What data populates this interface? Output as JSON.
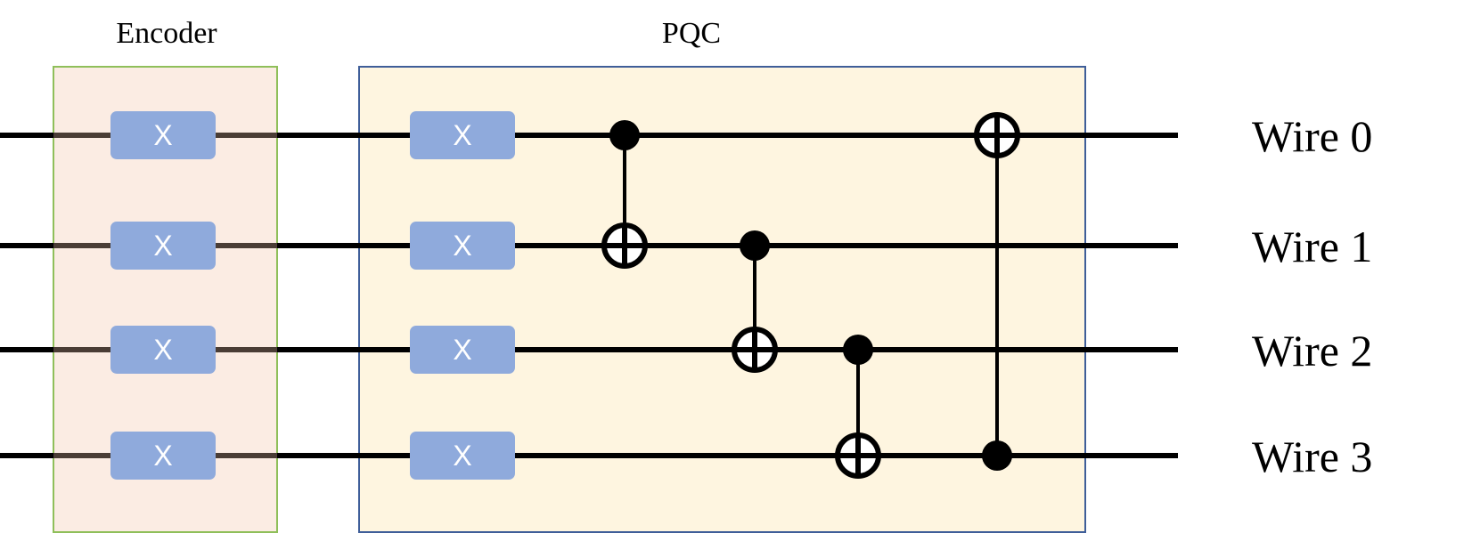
{
  "sections": {
    "encoder": {
      "title": "Encoder",
      "fill": "#fbece3",
      "stroke": "#8fbf5a"
    },
    "pqc": {
      "title": "PQC",
      "fill": "#fef5e0",
      "stroke": "#3f5e99"
    }
  },
  "wires": [
    {
      "label": "Wire 0"
    },
    {
      "label": "Wire 1"
    },
    {
      "label": "Wire 2"
    },
    {
      "label": "Wire 3"
    }
  ],
  "encoder_gates": [
    {
      "wire": 0,
      "label": "X"
    },
    {
      "wire": 1,
      "label": "X"
    },
    {
      "wire": 2,
      "label": "X"
    },
    {
      "wire": 3,
      "label": "X"
    }
  ],
  "pqc_gates": [
    {
      "wire": 0,
      "label": "X"
    },
    {
      "wire": 1,
      "label": "X"
    },
    {
      "wire": 2,
      "label": "X"
    },
    {
      "wire": 3,
      "label": "X"
    }
  ],
  "cnots": [
    {
      "control": 0,
      "target": 1
    },
    {
      "control": 1,
      "target": 2
    },
    {
      "control": 2,
      "target": 3
    },
    {
      "control": 3,
      "target": 0
    }
  ],
  "colors": {
    "wire": "#000000",
    "wire_in_encoder": "#4a3d35",
    "gate_fill": "#8faadc",
    "gate_text": "#ffffff"
  }
}
